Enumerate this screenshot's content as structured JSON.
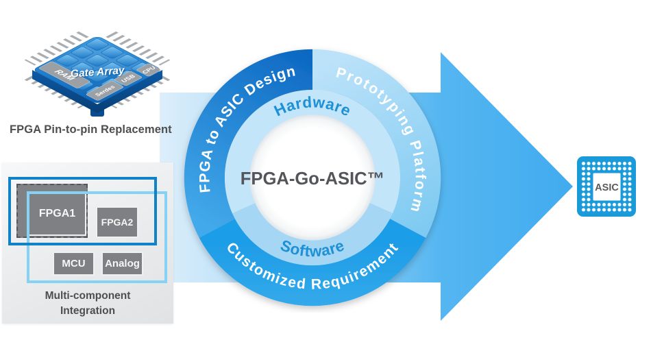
{
  "fpga_chip": {
    "gate_array_label": "Gate Array",
    "ram_label": "RAM",
    "cpu_label": "CPU",
    "serdes_label": "Serdes",
    "usb_label": "USB",
    "caption": "FPGA Pin-to-pin Replacement"
  },
  "integration_panel": {
    "fpga1_label": "FPGA1",
    "fpga2_label": "FPGA2",
    "mcu_label": "MCU",
    "analog_label": "Analog",
    "caption_line1": "Multi-component",
    "caption_line2": "Integration"
  },
  "ring": {
    "center_label": "FPGA-Go-ASIC™",
    "segment_left_label": "FPGA to ASIC Design",
    "segment_right_label": "Prototyping Platform",
    "segment_bottom_label": "Customized Requirement",
    "inner_top_label": "Hardware",
    "inner_bottom_label": "Software"
  },
  "asic_chip": {
    "label": "ASIC"
  },
  "colors": {
    "arrow_light": "#dceefb",
    "arrow_bright": "#41abef",
    "ring_dark_segment": "#0d68c2",
    "ring_light_segment": "#9bd6f5",
    "ring_bottom_segment": "#2aa4e9",
    "inner_ring_top": "#c3e5f9",
    "inner_ring_bottom": "#a5d7f4",
    "ring_text_blue": "#1e90d5",
    "asic_blue": "#1a9ad8",
    "text_gray": "#4d4e50"
  }
}
